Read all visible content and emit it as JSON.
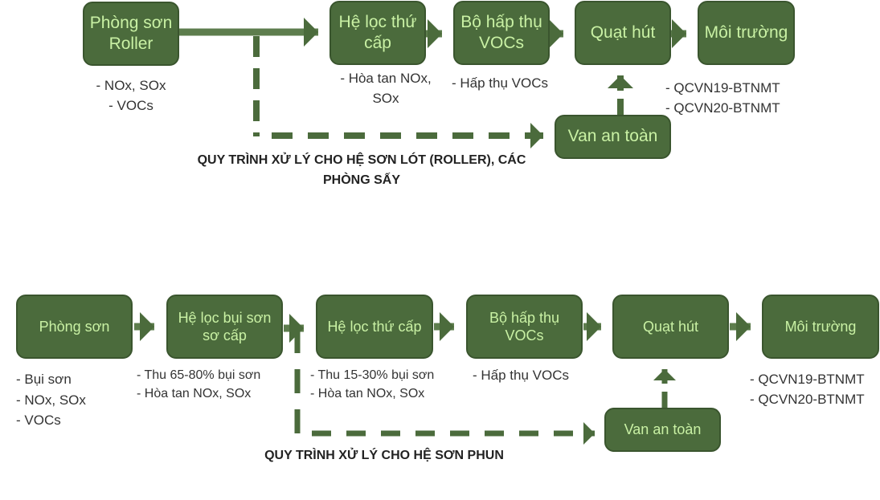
{
  "colors": {
    "box": "#4b6b3c",
    "box_text": "#c9f1a4",
    "arrow": "#4b6b3c"
  },
  "top": {
    "boxes": [
      "Phòng sơn Roller",
      "Hệ lọc thứ cấp",
      "Bộ hấp thụ VOCs",
      "Quạt hút",
      "Môi trường"
    ],
    "valve": "Van an toàn",
    "notes": {
      "source": [
        "- NOx,  SOx",
        "- VOCs"
      ],
      "secondary": [
        "- Hòa tan NOx,",
        "SOx"
      ],
      "absorber": "- Hấp thụ VOCs",
      "env": [
        "- QCVN19-BTNMT",
        "- QCVN20-BTNMT"
      ]
    },
    "title": [
      "QUY TRÌNH XỬ LÝ CHO HỆ SƠN LÓT (ROLLER), CÁC",
      "PHÒNG SẤY"
    ]
  },
  "bottom": {
    "boxes": [
      "Phòng sơn",
      "Hệ lọc bụi sơn sơ cấp",
      "Hệ lọc thứ cấp",
      "Bộ hấp thụ VOCs",
      "Quạt hút",
      "Môi trường"
    ],
    "valve": "Van an toàn",
    "notes": {
      "source": [
        "- Bụi sơn",
        "- NOx,  SOx",
        "- VOCs"
      ],
      "primary": [
        "- Thu 65-80% bụi sơn",
        "- Hòa tan NOx, SOx"
      ],
      "secondary": [
        "- Thu 15-30% bụi sơn",
        "- Hòa tan NOx, SOx"
      ],
      "absorber": "- Hấp thụ VOCs",
      "env": [
        "- QCVN19-BTNMT",
        "- QCVN20-BTNMT"
      ]
    },
    "title": "QUY TRÌNH XỬ LÝ CHO HỆ SƠN PHUN"
  }
}
